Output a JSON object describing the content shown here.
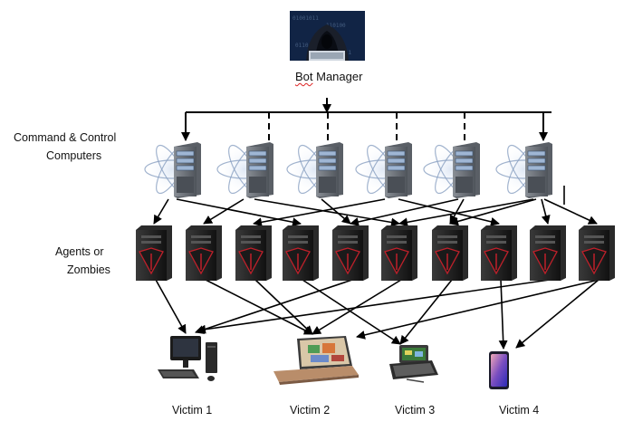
{
  "bot_manager": {
    "label_prefix": "Bot",
    "label_rest": " Manager"
  },
  "layers": {
    "cc_line1": "Command & Control",
    "cc_line2": "Computers",
    "agents_line1": "Agents or",
    "agents_line2": "Zombies"
  },
  "cc_count": 6,
  "agent_count": 10,
  "victims": [
    {
      "label": "Victim 1",
      "device": "desktop-computer-icon"
    },
    {
      "label": "Victim 2",
      "device": "laptop-icon"
    },
    {
      "label": "Victim 3",
      "device": "handheld-computer-icon"
    },
    {
      "label": "Victim 4",
      "device": "smartphone-icon"
    }
  ],
  "connections": {
    "manager_to_cc": [
      {
        "cc": 1,
        "style": "solid"
      },
      {
        "cc": 2,
        "style": "dashed"
      },
      {
        "cc": 3,
        "style": "dashed"
      },
      {
        "cc": 4,
        "style": "dashed"
      },
      {
        "cc": 5,
        "style": "dashed"
      },
      {
        "cc": 6,
        "style": "solid"
      }
    ],
    "cc_to_agent": [
      [
        1,
        1
      ],
      [
        1,
        4
      ],
      [
        2,
        2
      ],
      [
        2,
        6
      ],
      [
        3,
        5
      ],
      [
        4,
        3
      ],
      [
        4,
        8
      ],
      [
        5,
        5
      ],
      [
        5,
        7
      ],
      [
        6,
        6
      ],
      [
        6,
        7
      ],
      [
        6,
        9
      ],
      [
        6,
        10
      ]
    ],
    "agent_to_victim": [
      [
        1,
        1
      ],
      [
        2,
        2
      ],
      [
        3,
        2
      ],
      [
        4,
        3
      ],
      [
        5,
        1
      ],
      [
        6,
        2
      ],
      [
        7,
        3
      ],
      [
        8,
        4
      ],
      [
        9,
        1
      ],
      [
        10,
        2
      ],
      [
        10,
        4
      ]
    ]
  },
  "colors": {
    "line": "#000000",
    "server_body": "#6e6e6e",
    "agent_body": "#1c1c1c",
    "agent_accent": "#c0202a"
  }
}
